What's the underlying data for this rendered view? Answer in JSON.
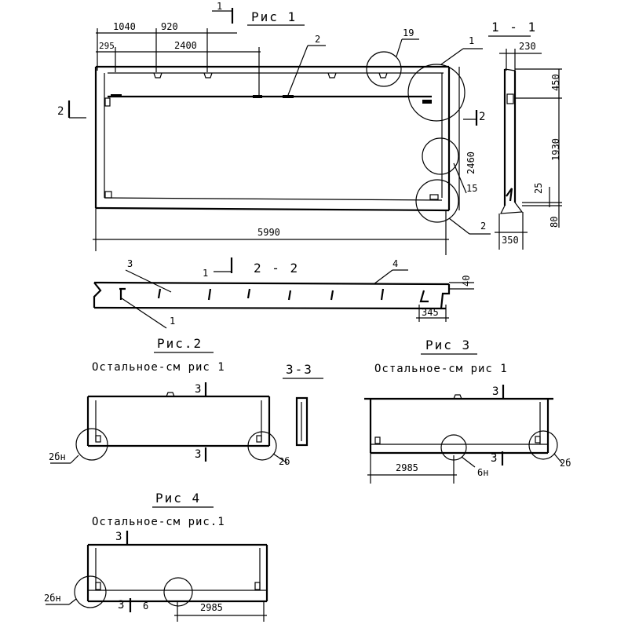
{
  "fig1": {
    "title": "Рис 1",
    "section_mark": "1",
    "side_mark_left": "2",
    "side_mark_right": "2",
    "dims": {
      "top_1040": "1040",
      "top_920": "920",
      "top_295": "295",
      "top_2400": "2400",
      "height_2460": "2460",
      "length_5990": "5990"
    },
    "callouts": {
      "c2_top": "2",
      "c19": "19",
      "c1": "1",
      "c15": "15",
      "c2_bottom": "2"
    }
  },
  "section11": {
    "title": "1 - 1",
    "dims": {
      "d230": "230",
      "d450": "450",
      "d1930": "1930",
      "d25": "25",
      "d80": "80",
      "d350": "350"
    }
  },
  "section22": {
    "title": "2 - 2",
    "mark": "1",
    "callouts": {
      "c3": "3",
      "c4": "4",
      "c1": "1"
    },
    "dims": {
      "d40": "40",
      "d345": "345"
    }
  },
  "fig2": {
    "title": "Рис.2",
    "note": "Остальное-см рис 1",
    "mark_top": "3",
    "mark_bottom": "3",
    "callout_left": "2бн",
    "callout_right": "2б"
  },
  "section33": {
    "title": "3-3"
  },
  "fig3": {
    "title": "Рис 3",
    "note": "Остальное-см рис 1",
    "mark_top": "3",
    "mark_bottom": "3",
    "dim": "2985",
    "callout_mid": "6н",
    "callout_right": "2б"
  },
  "fig4": {
    "title": "Рис 4",
    "note": "Остальное-см рис.1",
    "mark_top": "3",
    "mark_bottom": "3",
    "callout_mid": "6",
    "dim": "2985",
    "callout_left": "2бн"
  }
}
